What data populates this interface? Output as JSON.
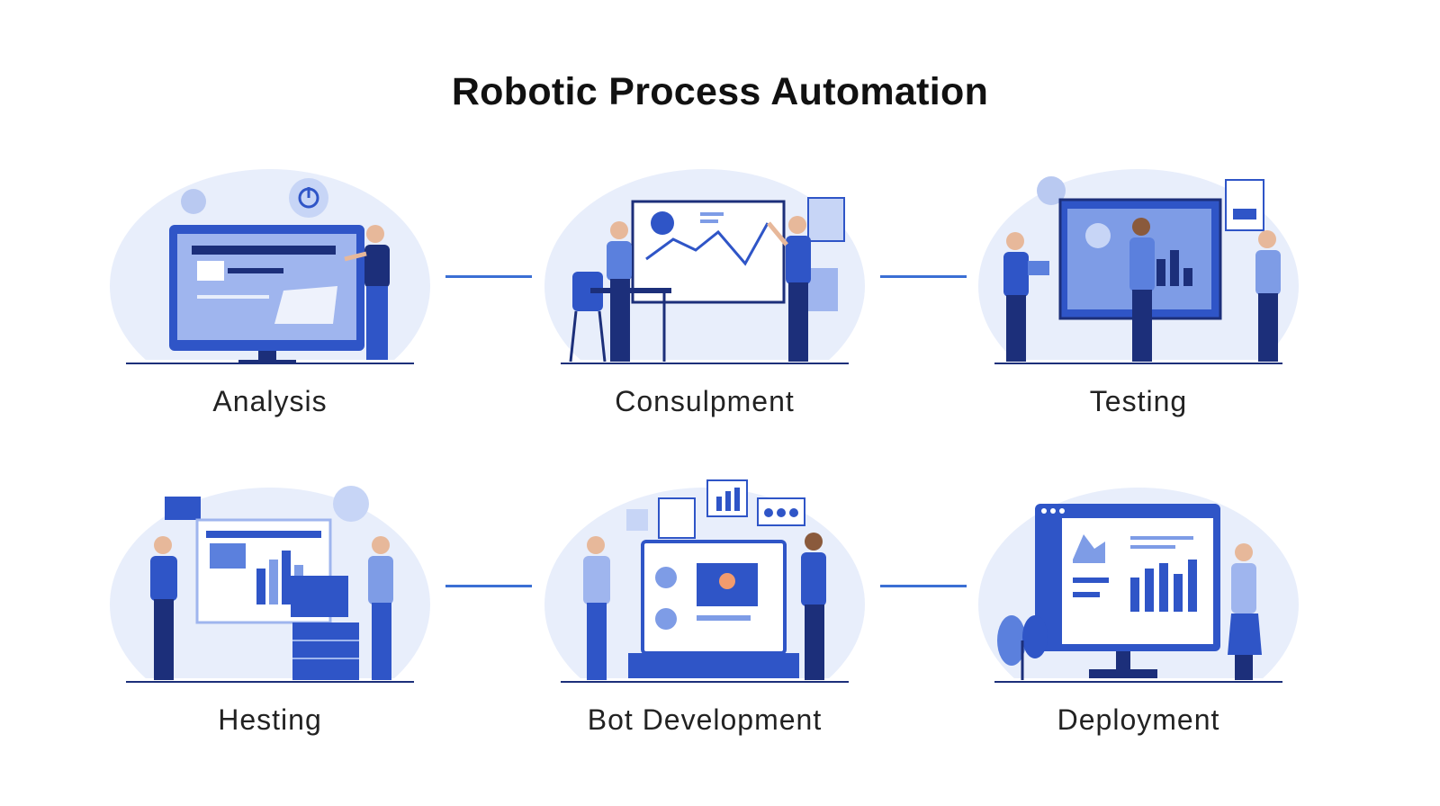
{
  "title": "Robotic Process Automation",
  "colors": {
    "primary": "#2f55c7",
    "dark": "#1c2f7a",
    "light": "#7e9ce6",
    "pale": "#e8eefb",
    "connector": "#3b6fd4"
  },
  "steps": [
    {
      "label": "Analysis",
      "scene": "monitor-presentation"
    },
    {
      "label": "Consulpment",
      "scene": "whiteboard-discussion"
    },
    {
      "label": "Testing",
      "scene": "screen-review"
    },
    {
      "label": "Hesting",
      "scene": "dashboard-collaboration"
    },
    {
      "label": "Bot Development",
      "scene": "laptop-development"
    },
    {
      "label": "Deployment",
      "scene": "desktop-deployment"
    }
  ]
}
